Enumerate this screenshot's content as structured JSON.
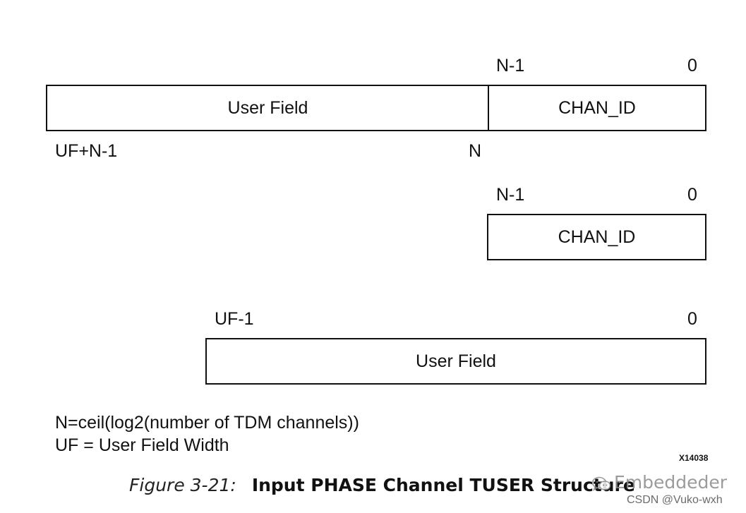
{
  "diagram1": {
    "top_left_label": "N-1",
    "top_right_label": "0",
    "left_field": "User Field",
    "right_field": "CHAN_ID",
    "bottom_left_label": "UF+N-1",
    "bottom_right_label": "N"
  },
  "diagram2": {
    "top_left_label": "N-1",
    "top_right_label": "0",
    "field": "CHAN_ID"
  },
  "diagram3": {
    "top_left_label": "UF-1",
    "top_right_label": "0",
    "field": "User Field"
  },
  "notes": [
    "N=ceil(log2(number of TDM channels))",
    "UF = User Field Width"
  ],
  "figure_code": "X14038",
  "caption": {
    "number": "Figure 3-21:",
    "title": "Input PHASE Channel TUSER Structure"
  },
  "watermark": {
    "text": "Embeddeder",
    "credit": "CSDN @Vuko-wxh",
    "icon": "wechat-icon"
  }
}
